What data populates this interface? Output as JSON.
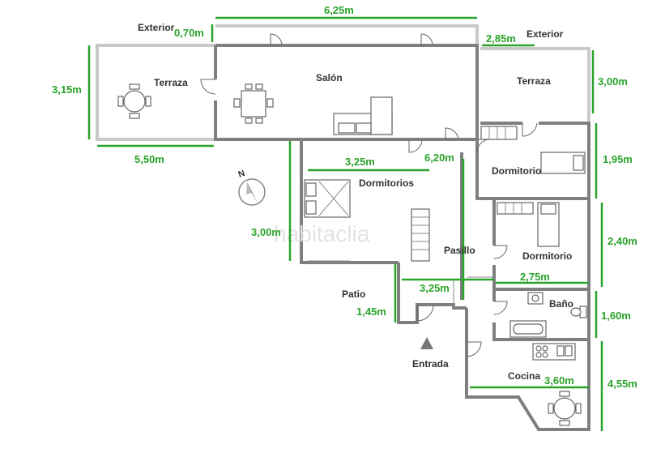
{
  "colors": {
    "dimension": "#2aa32a",
    "wall": "#7f7f7f",
    "wall_light": "#c9c9c9",
    "label": "#333333"
  },
  "rooms": {
    "exterior_left": "Exterior",
    "exterior_right": "Exterior",
    "terraza_left": "Terraza",
    "salon": "Salón",
    "terraza_right": "Terraza",
    "dormitorios": "Dormitorios",
    "dormitorio_top": "Dormitorio",
    "dormitorio_mid": "Dormitorio",
    "pasillo": "Pasillo",
    "patio": "Patio",
    "bano": "Baño",
    "entrada": "Entrada",
    "cocina": "Cocina"
  },
  "dimensions": {
    "top_width": "6,25m",
    "exterior_left": "0,70m",
    "exterior_right": "2,85m",
    "terraza_left_height": "3,15m",
    "terraza_left_width": "5,50m",
    "terraza_right_height": "3,00m",
    "dormitorios_width": "3,25m",
    "pasillo_length": "6,20m",
    "dormitorio_top_height": "1,95m",
    "dormitorios_height": "3,00m",
    "dormitorio_mid_height": "2,40m",
    "dormitorio_mid_width": "2,75m",
    "patio_width": "3,25m",
    "patio_height": "1,45m",
    "bano_height": "1,60m",
    "cocina_width": "3,60m",
    "cocina_height": "4,55m"
  },
  "icons": {
    "compass": "north-compass-icon",
    "entrance": "entrance-arrow-icon"
  },
  "watermark": "habitaclia",
  "compass_letter": "N"
}
